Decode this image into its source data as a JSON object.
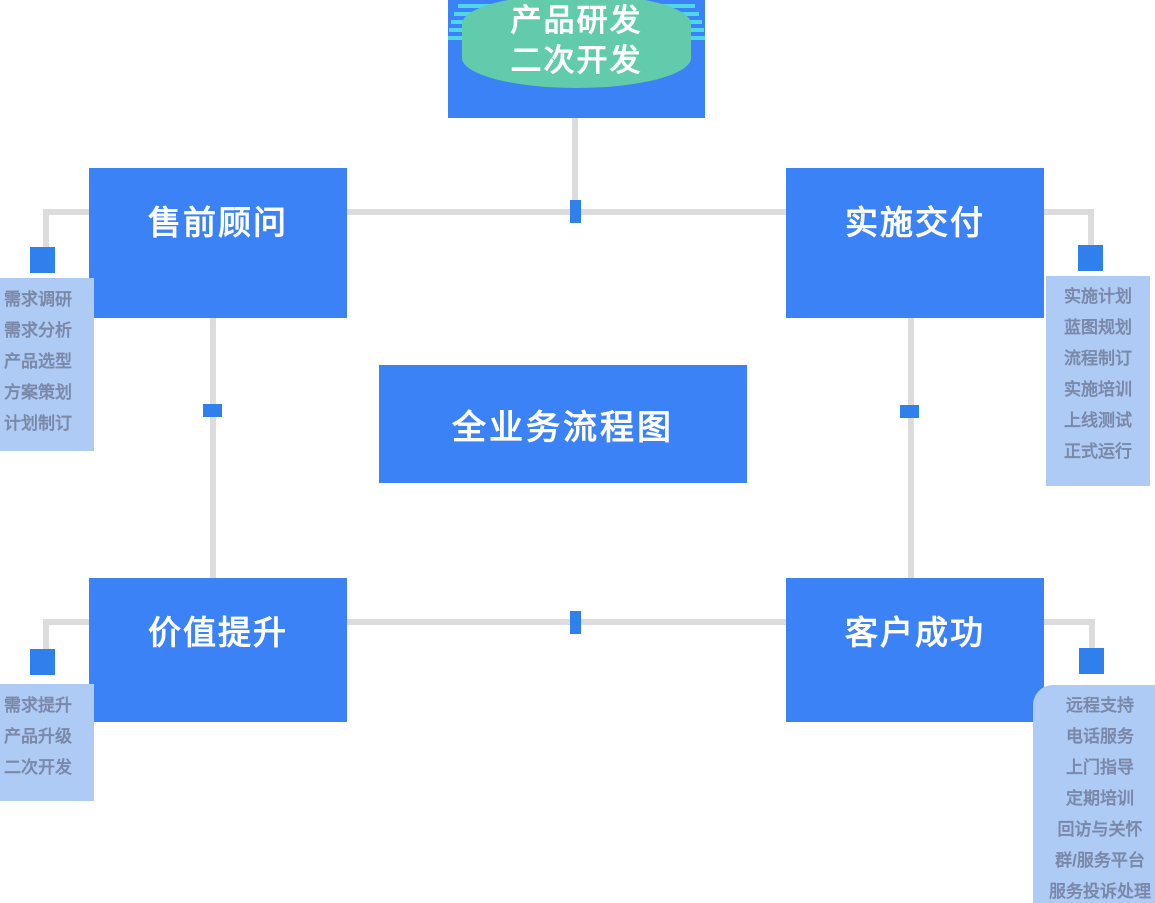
{
  "diagram": {
    "center_title": "全业务流程图",
    "top_node": {
      "line1": "产品研发",
      "line2": "二次开发",
      "name": "product-rd"
    },
    "nodes": [
      {
        "id": "presales",
        "label": "售前顾问"
      },
      {
        "id": "delivery",
        "label": "实施交付"
      },
      {
        "id": "value",
        "label": "价值提升"
      },
      {
        "id": "success",
        "label": "客户成功"
      }
    ],
    "sublists": [
      {
        "id": "presales-items",
        "items": [
          "需求调研",
          "需求分析",
          "产品选型",
          "方案策划",
          "计划制订"
        ]
      },
      {
        "id": "delivery-items",
        "items": [
          "实施计划",
          "蓝图规划",
          "流程制订",
          "实施培训",
          "上线测试",
          "正式运行"
        ]
      },
      {
        "id": "value-items",
        "items": [
          "需求提升",
          "产品升级",
          "二次开发"
        ]
      },
      {
        "id": "success-items",
        "items": [
          "远程支持",
          "电话服务",
          "上门指导",
          "定期培训",
          "回访与关怀",
          "群/服务平台",
          "服务投诉处理"
        ]
      }
    ],
    "colors": {
      "primary_blue": "#3b82f6",
      "marker_blue": "#2f80ed",
      "light_blue": "#aecbf5",
      "green": "#62cbab",
      "stripe_cyan": "#4fd6e8",
      "line_gray": "#dcdcdc",
      "sublist_text": "#7a89a8"
    }
  }
}
